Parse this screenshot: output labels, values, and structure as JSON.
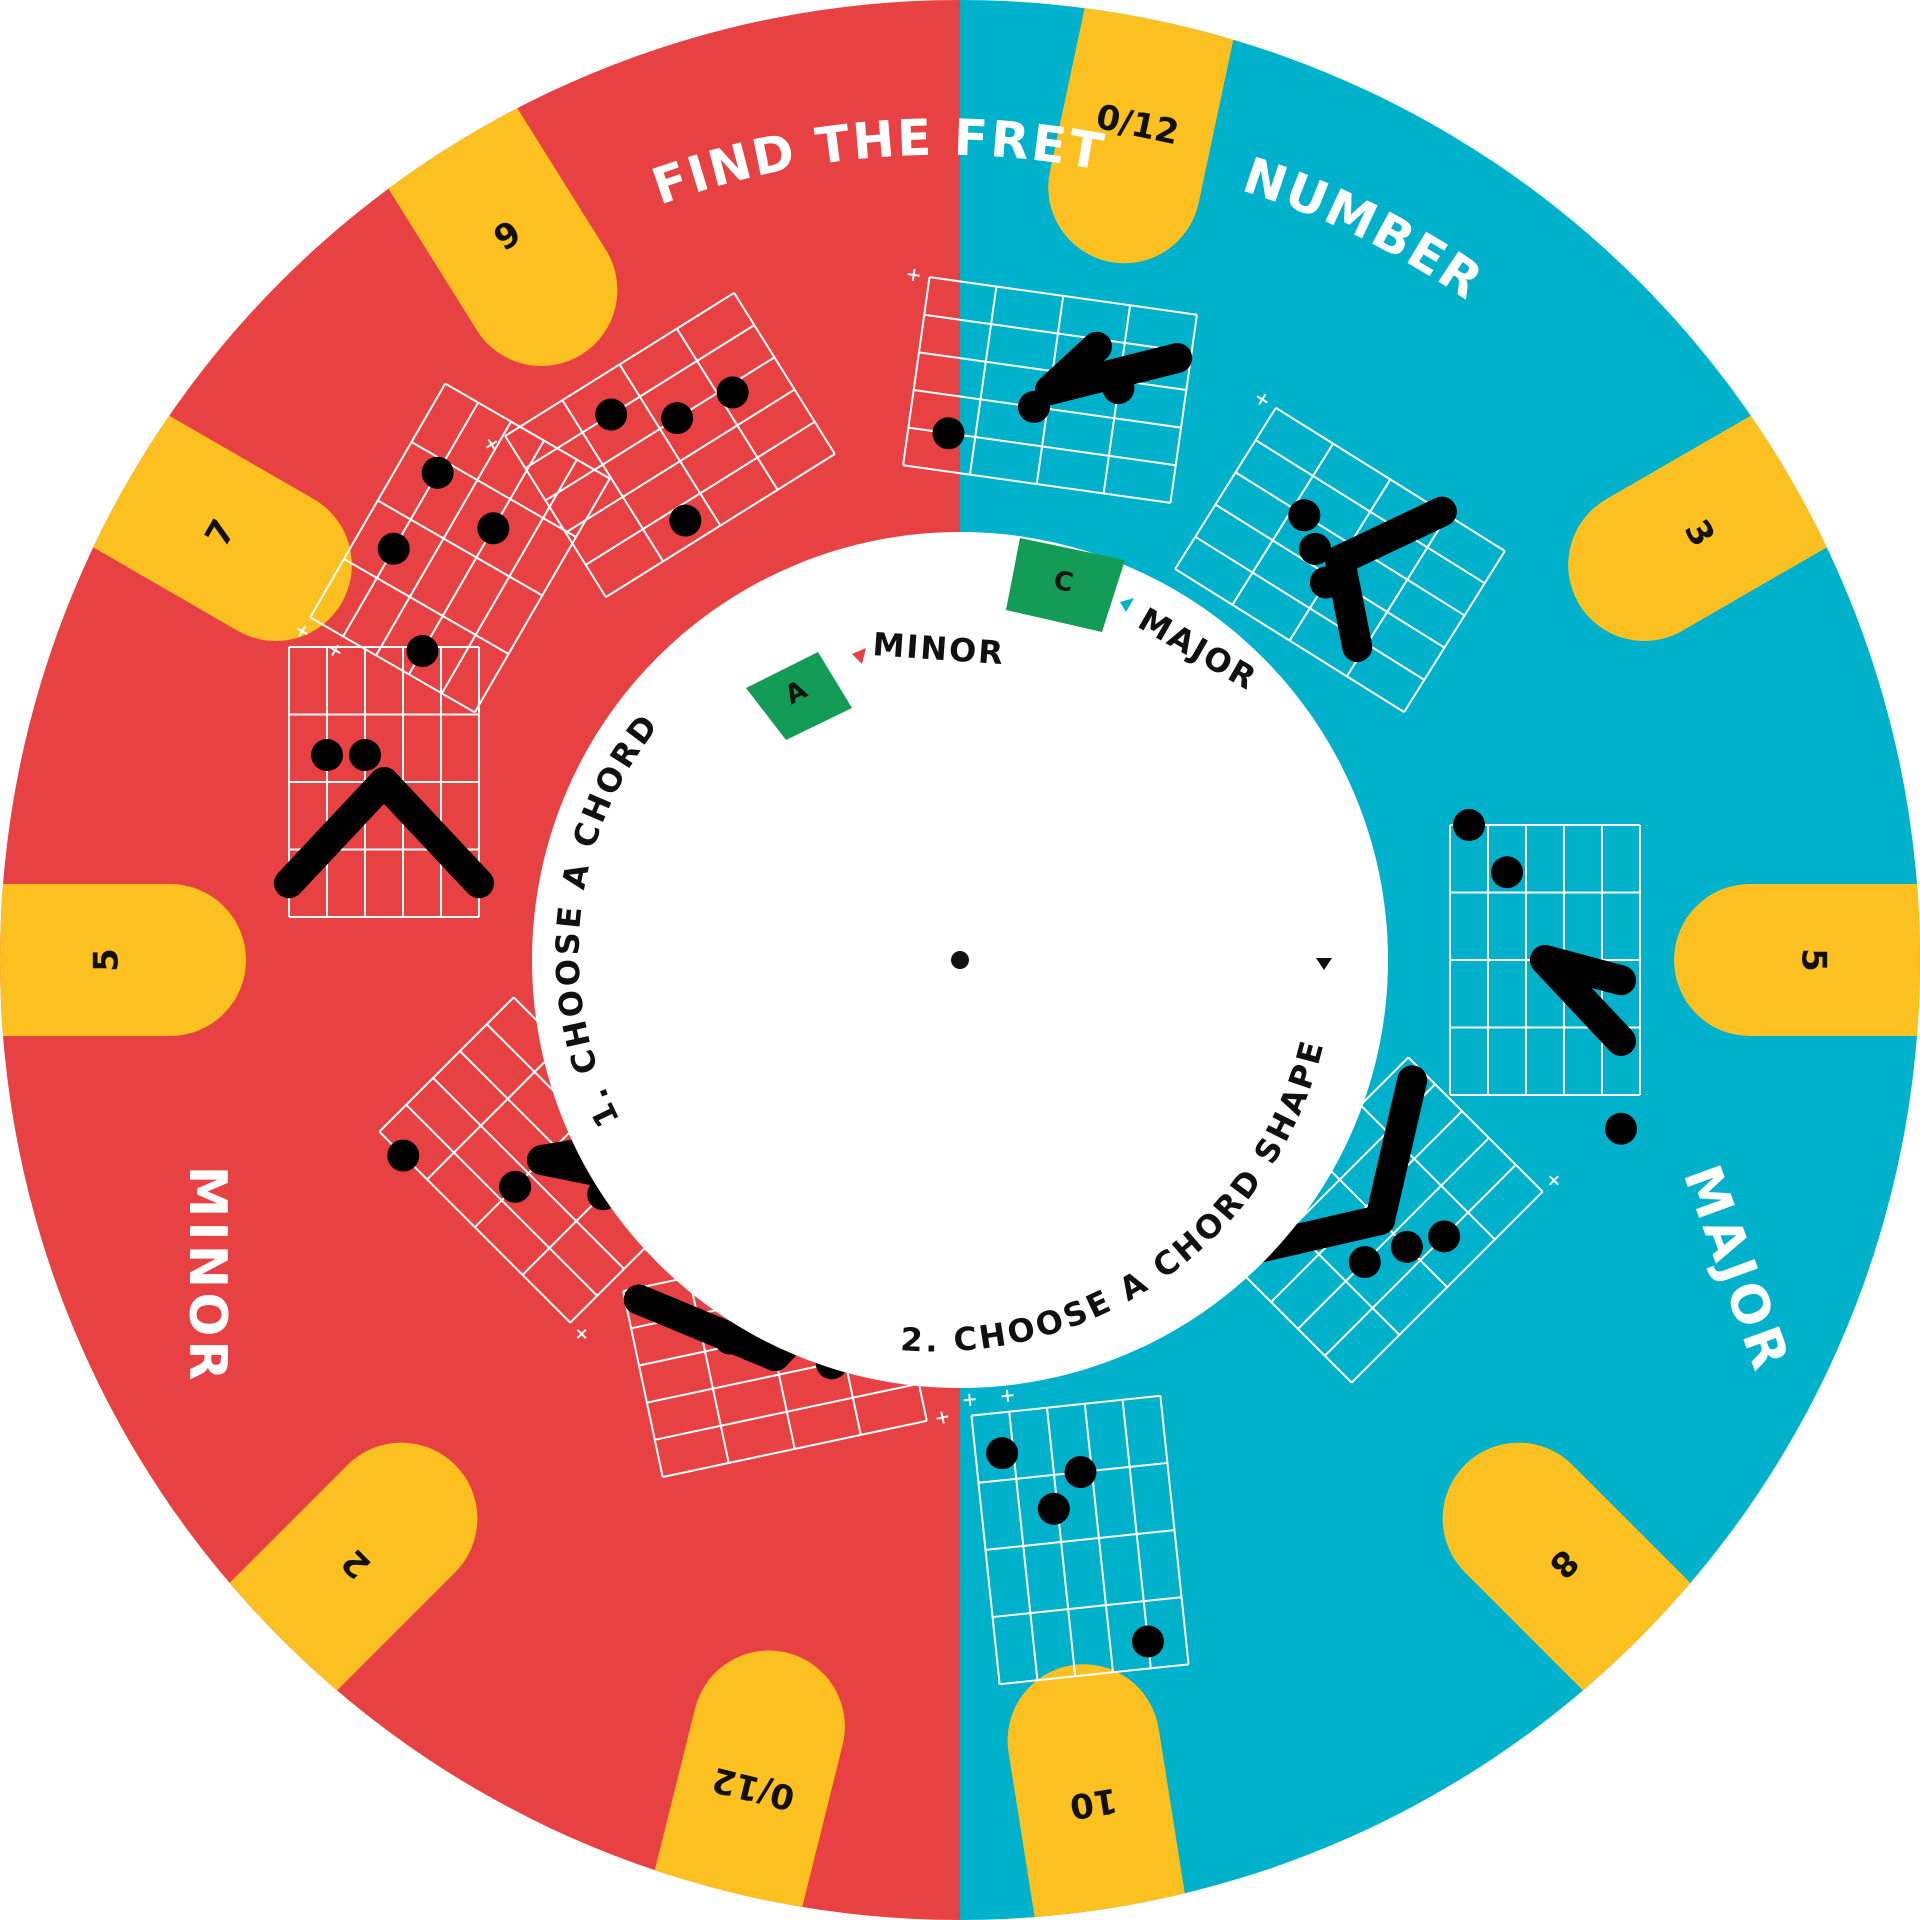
{
  "title": {
    "left": "FIND THE FRET",
    "right": "NUMBER"
  },
  "halves": {
    "left_label": "MINOR",
    "right_label": "MAJOR"
  },
  "center": {
    "step1": "1. CHOOSE A CHORD",
    "step2": "2. CHOOSE A CHORD SHAPE",
    "minor_window_letter": "A",
    "minor_pointer": "MINOR",
    "major_window_letter": "C",
    "major_pointer": "MAJOR"
  },
  "fret_tabs": {
    "top": "0/12",
    "right_upper": "3",
    "right": "5",
    "right_lower": "8",
    "bottom_right": "10",
    "bottom_left": "0/12",
    "left_lower": "2",
    "left": "5",
    "left_upper": "7",
    "top_left": "9"
  },
  "colors": {
    "minor_red": "#e84143",
    "major_blue": "#00b1cc",
    "tab_yellow": "#fcc120",
    "window_green": "#129c55",
    "center_white": "#ffffff",
    "dot_black": "#000000"
  }
}
